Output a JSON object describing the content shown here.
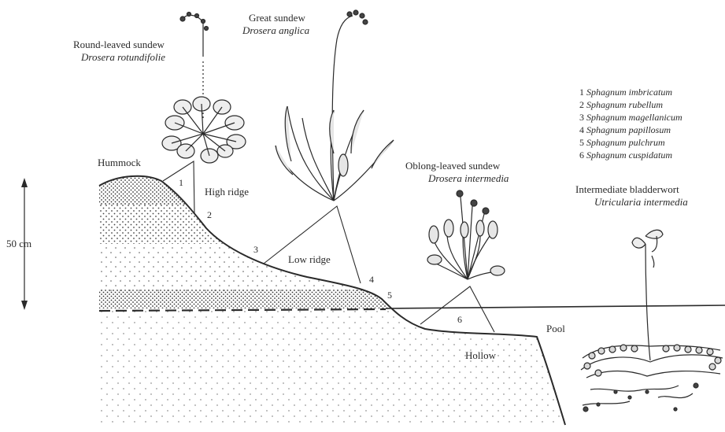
{
  "plants": {
    "round_leaved": {
      "common": "Round-leaved sundew",
      "latin": "Drosera rotundifolie"
    },
    "great": {
      "common": "Great sundew",
      "latin": "Drosera anglica"
    },
    "oblong": {
      "common": "Oblong-leaved sundew",
      "latin": "Drosera intermedia"
    },
    "bladderwort": {
      "common": "Intermediate bladderwort",
      "latin": "Utricularia intermedia"
    }
  },
  "zones": {
    "hummock": "Hummock",
    "high_ridge": "High ridge",
    "low_ridge": "Low ridge",
    "hollow": "Hollow",
    "pool": "Pool"
  },
  "scale": {
    "label": "50 cm"
  },
  "position_numbers": [
    "1",
    "2",
    "3",
    "4",
    "5",
    "6"
  ],
  "legend": [
    {
      "num": "1",
      "species": "Sphagnum imbricatum"
    },
    {
      "num": "2",
      "species": "Sphagnum rubellum"
    },
    {
      "num": "3",
      "species": "Sphagnum magellanicum"
    },
    {
      "num": "4",
      "species": "Sphagnum papillosum"
    },
    {
      "num": "5",
      "species": "Sphagnum pulchrum"
    },
    {
      "num": "6",
      "species": "Sphagnum cuspidatum"
    }
  ],
  "colors": {
    "ink": "#2a2a2a",
    "paper": "#ffffff"
  }
}
